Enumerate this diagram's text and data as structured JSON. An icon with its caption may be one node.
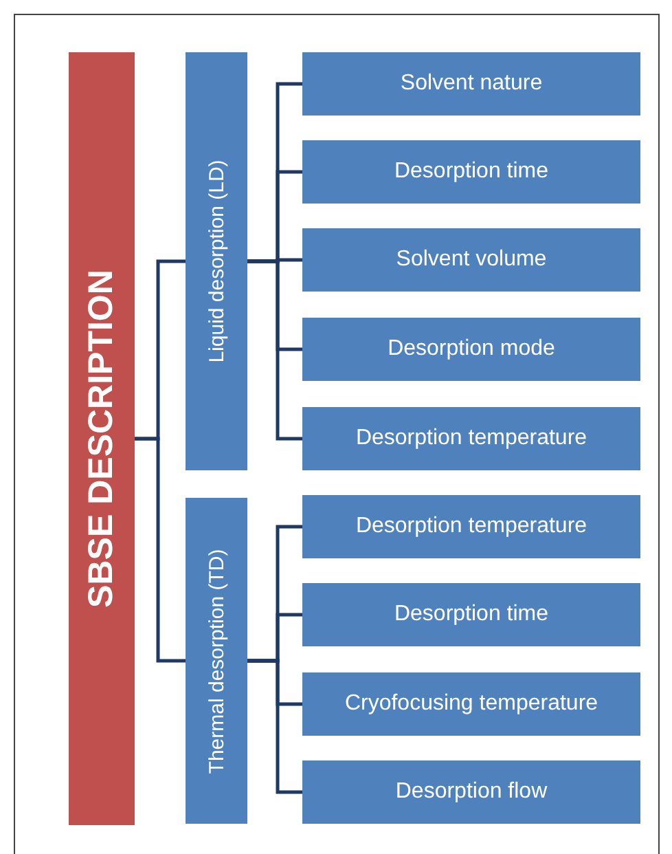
{
  "diagram": {
    "nodes": [
      {
        "text": [
          "SBSE DESCRIPTION"
        ]
      },
      {
        "text": [
          "Liquid desorption (LD)"
        ]
      },
      {
        "text": [
          "Solvent nature"
        ]
      },
      {
        "text": [
          "Desorption time"
        ]
      },
      {
        "text": [
          "Solvent volume"
        ]
      },
      {
        "text": [
          "Desorption mode"
        ]
      },
      {
        "text": [
          "Desorption temperature"
        ]
      },
      {
        "text": [
          "Thermal desorption (TD)"
        ]
      },
      {
        "text": [
          "Desorption temperature"
        ]
      },
      {
        "text": [
          "Desorption time"
        ]
      },
      {
        "text": [
          "Cryofocusing temperature"
        ]
      },
      {
        "text": [
          "Desorption flow"
        ]
      }
    ],
    "edges": [
      {
        "from": 0,
        "to": 1,
        "arrow": "none"
      },
      {
        "from": 0,
        "to": 7,
        "arrow": "none"
      },
      {
        "from": 1,
        "to": 2,
        "arrow": "none"
      },
      {
        "from": 1,
        "to": 3,
        "arrow": "none"
      },
      {
        "from": 1,
        "to": 4,
        "arrow": "none"
      },
      {
        "from": 1,
        "to": 5,
        "arrow": "none"
      },
      {
        "from": 1,
        "to": 6,
        "arrow": "none"
      },
      {
        "from": 7,
        "to": 8,
        "arrow": "none"
      },
      {
        "from": 7,
        "to": 9,
        "arrow": "none"
      },
      {
        "from": 7,
        "to": 10,
        "arrow": "none"
      },
      {
        "from": 7,
        "to": 11,
        "arrow": "none"
      }
    ]
  }
}
